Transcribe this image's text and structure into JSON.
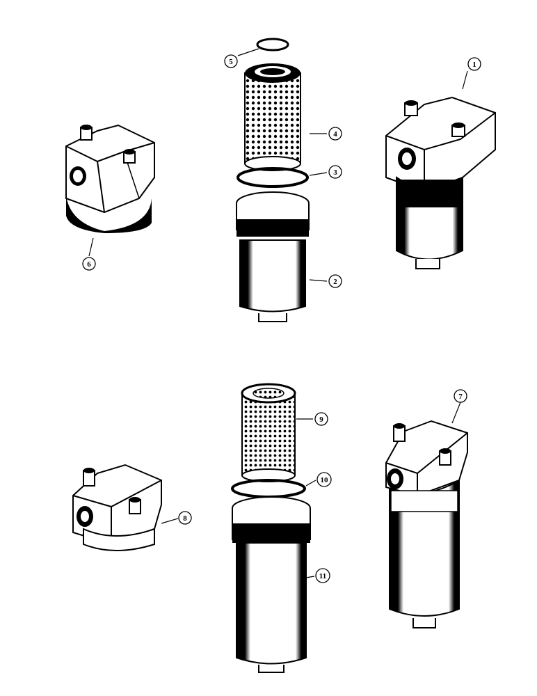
{
  "callouts": {
    "c1": "1",
    "c2": "2",
    "c3": "3",
    "c4": "4",
    "c5": "5",
    "c6": "6",
    "c7": "7",
    "c8": "8",
    "c9": "9",
    "c10": "10",
    "c11": "11"
  },
  "colors": {
    "ink": "#000000",
    "paper": "#ffffff",
    "shade": "#1a1a1a"
  }
}
